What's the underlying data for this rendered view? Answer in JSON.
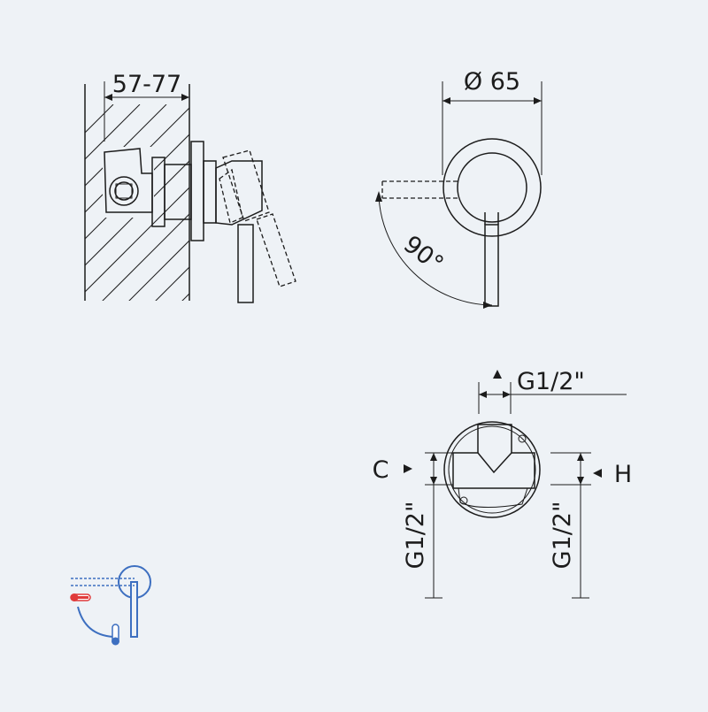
{
  "side_view": {
    "depth_label": "57-77"
  },
  "front_view": {
    "diameter_label": "Ø 65",
    "rotation_label": "90°"
  },
  "connection_view": {
    "thread_top": "G1/2\"",
    "thread_left": "G1/2\"",
    "thread_right": "G1/2\"",
    "label_c": "C",
    "label_h": "H"
  },
  "legend_icon": {
    "hot_color": "#e03a3a",
    "cold_color": "#3d6fc0",
    "line_color": "#3d6fc0"
  }
}
